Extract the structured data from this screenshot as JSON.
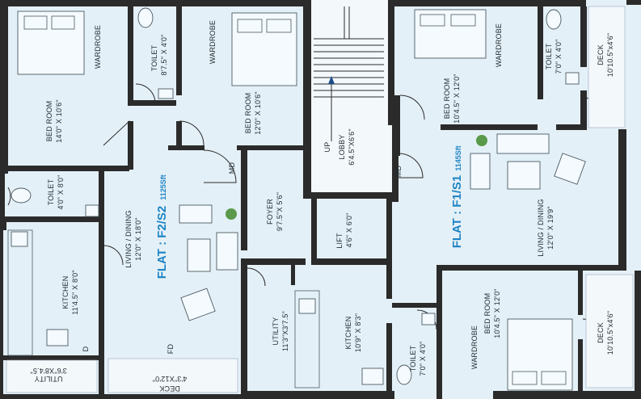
{
  "flats": {
    "f2": {
      "title": "FLAT : F2/S2",
      "area": "1125Sft"
    },
    "f1": {
      "title": "FLAT : F1/S1",
      "area": "1145Sft"
    }
  },
  "rooms": {
    "bed1_name": "BED ROOM",
    "bed1_size": "14'0\" X 10'6\"",
    "wardrobe1": "WARDROBE",
    "toilet1_name": "TOILET",
    "toilet1_size": "8'7.5\" X 4'0\"",
    "wardrobe2": "WARDROBE",
    "bed2_name": "BED ROOM",
    "bed2_size": "12'0\" X 10'6\"",
    "toilet2_name": "TOILET",
    "toilet2_size": "4'0\" X 8'0\"",
    "living2_name": "LIVING / DINING",
    "living2_size": "12'0\" X 18'0\"",
    "md1": "MD",
    "foyer_name": "FOYER",
    "foyer_size": "9'7.5\"X 5'6\"",
    "lobby_up": "UP",
    "lobby_name": "LOBBY",
    "lobby_size": "6'4.5\"X6'6\"",
    "lift_name": "LIFT",
    "lift_size": "4'6\" X 6'0\"",
    "kitchen2_name": "KITCHEN",
    "kitchen2_size": "11'4.5\" X 8'0\"",
    "d_label": "D",
    "fd_label": "FD",
    "utility2_name": "UTILITY",
    "utility2_size": "3'6\"X8'4.5\"",
    "deck2_name": "DECK",
    "deck2_size": "4'3\"X12'0\"",
    "utility1_name": "UTILITY",
    "utility1_size": "11'3\"X3'7.5\"",
    "kitchen1_name": "KITCHEN",
    "kitchen1_size": "10'9\" X 8'3\"",
    "toilet3_name": "TOILET",
    "toilet3_size": "7'0\" X 4'0\"",
    "wardrobe3": "WARDROBE",
    "bed3_name": "BED ROOM",
    "bed3_size": "10'4.5\" X 12'0\"",
    "deck3_name": "DECK",
    "deck3_size": "10'10.5\"x4'6\"",
    "bed4_name": "BED ROOM",
    "bed4_size": "10'4.5\" X 12'0\"",
    "wardrobe4": "WARDROBE",
    "toilet4_name": "TOILET",
    "toilet4_size": "7'0\" X 4'0\"",
    "deck4_name": "DECK",
    "deck4_size": "10'10.5\"x4'6\"",
    "md2": "MD",
    "living1_name": "LIVING / DINING",
    "living1_size": "12'0\" X 19'9\""
  },
  "colors": {
    "wall": "#2b2b2b",
    "room_fill": "#e4f0f7",
    "flat_label": "#1c84c4",
    "background": "#eef5f9"
  }
}
